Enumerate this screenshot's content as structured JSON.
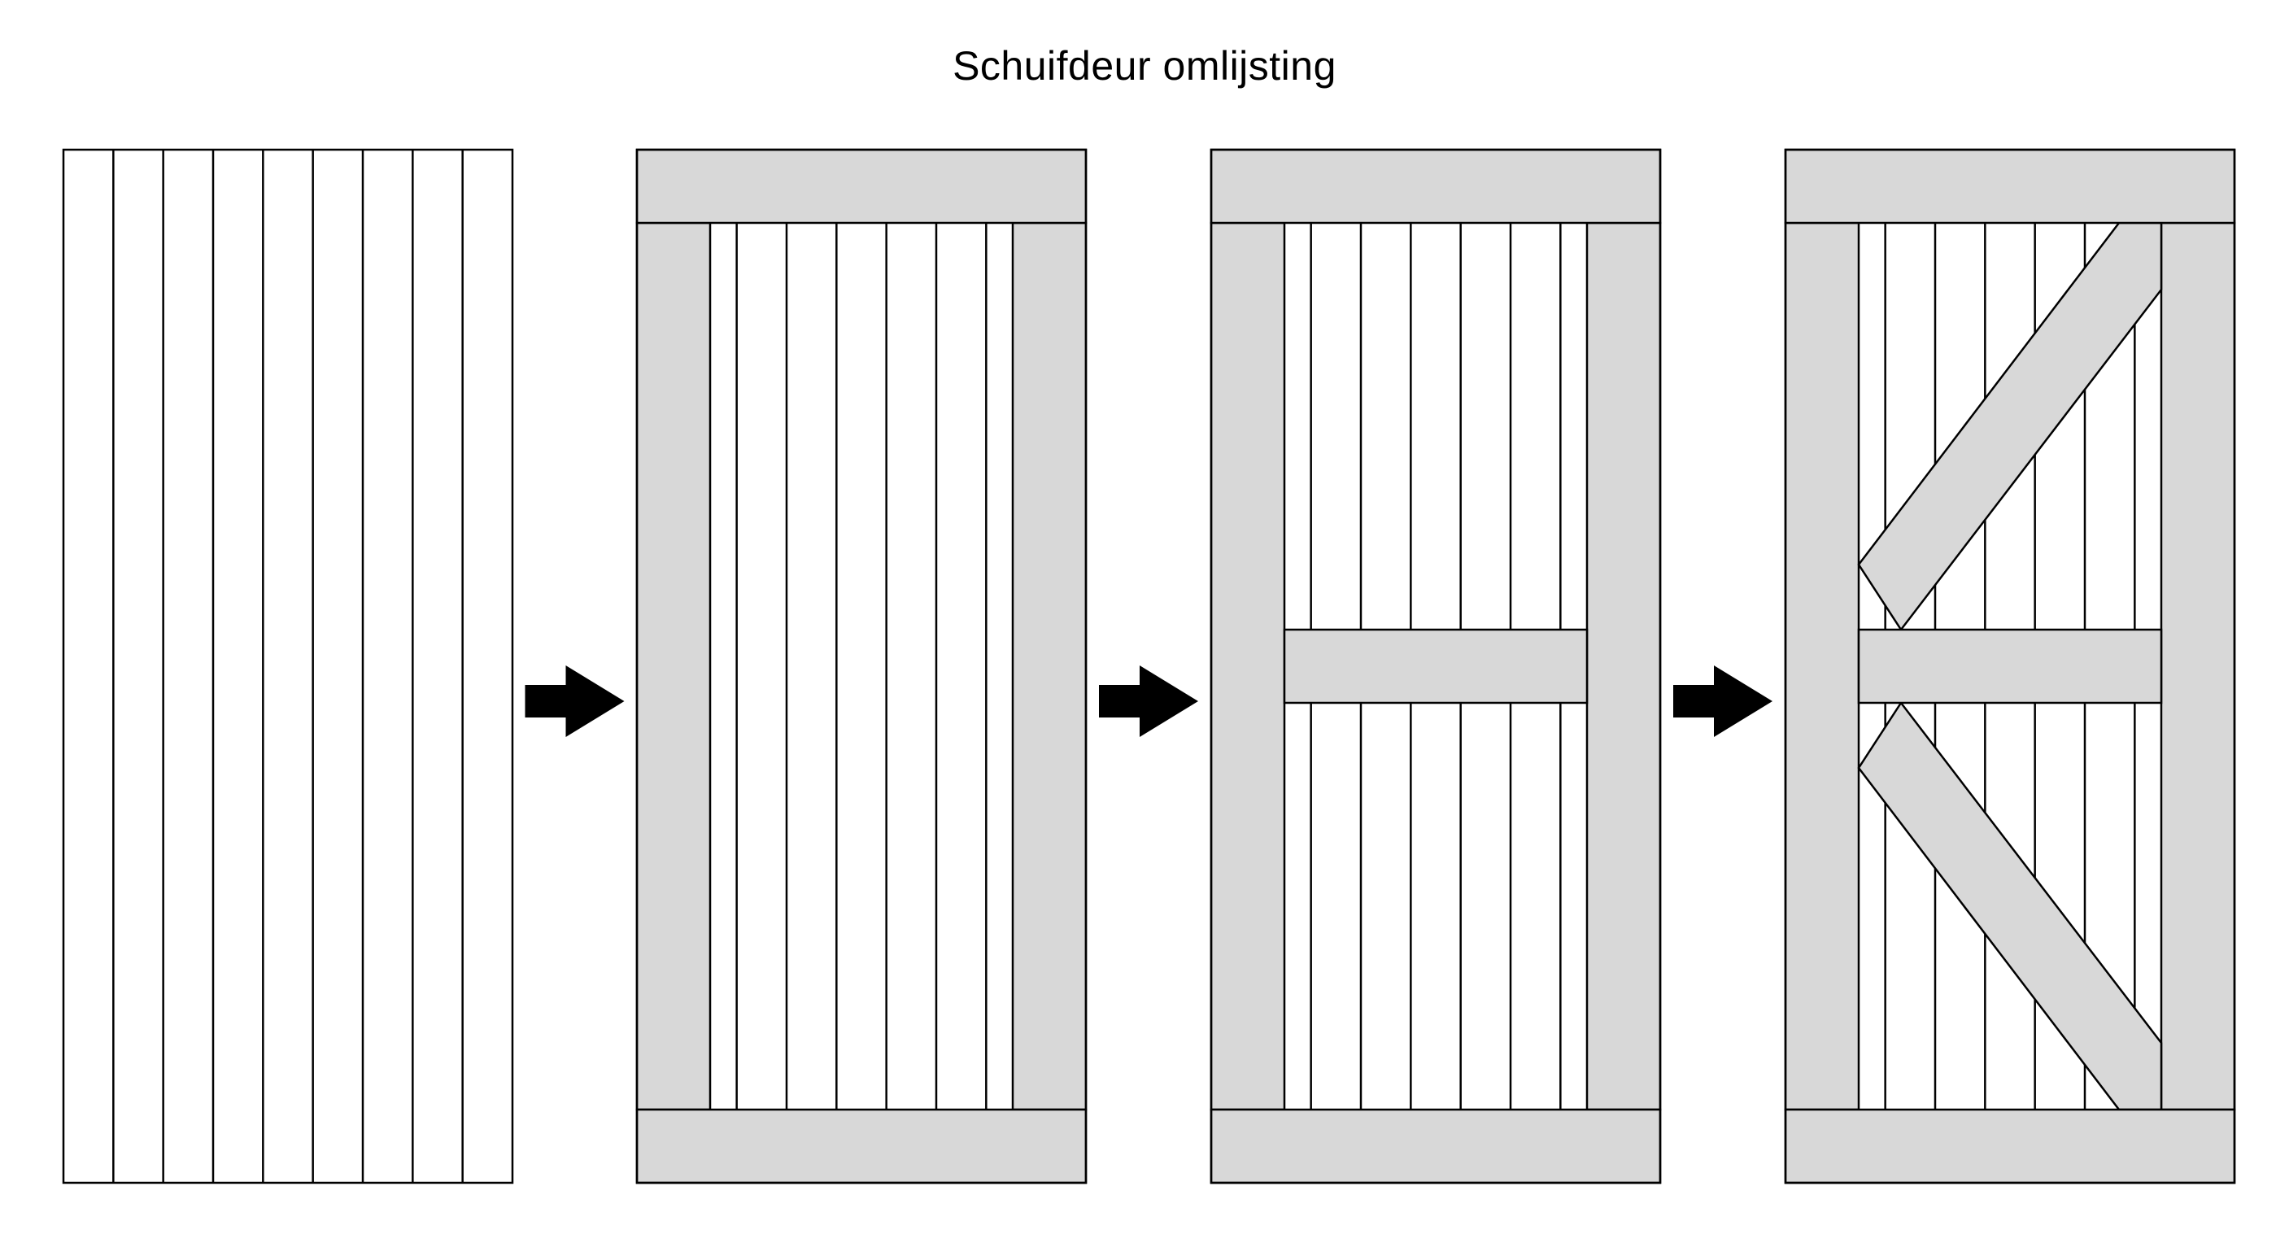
{
  "title": "Schuifdeur omlijsting",
  "colors": {
    "frame_fill": "#d8d8d8",
    "plank_fill": "#ffffff",
    "stroke": "#000000",
    "arrow": "#000000"
  },
  "panels": [
    {
      "name": "panel-planks",
      "frame": "none",
      "cross_rail": false,
      "diagonal_braces": false,
      "plank_count": 9
    },
    {
      "name": "panel-frame",
      "frame": "top-bottom-sides",
      "cross_rail": false,
      "diagonal_braces": false,
      "plank_count": 9
    },
    {
      "name": "panel-frame-rail",
      "frame": "top-bottom-sides",
      "cross_rail": true,
      "diagonal_braces": false,
      "plank_count": 9
    },
    {
      "name": "panel-frame-rail-braces",
      "frame": "top-bottom-sides",
      "cross_rail": true,
      "diagonal_braces": true,
      "plank_count": 9
    }
  ],
  "arrows": [
    {
      "name": "arrow-1",
      "icon": "right-arrow-icon"
    },
    {
      "name": "arrow-2",
      "icon": "right-arrow-icon"
    },
    {
      "name": "arrow-3",
      "icon": "right-arrow-icon"
    }
  ]
}
